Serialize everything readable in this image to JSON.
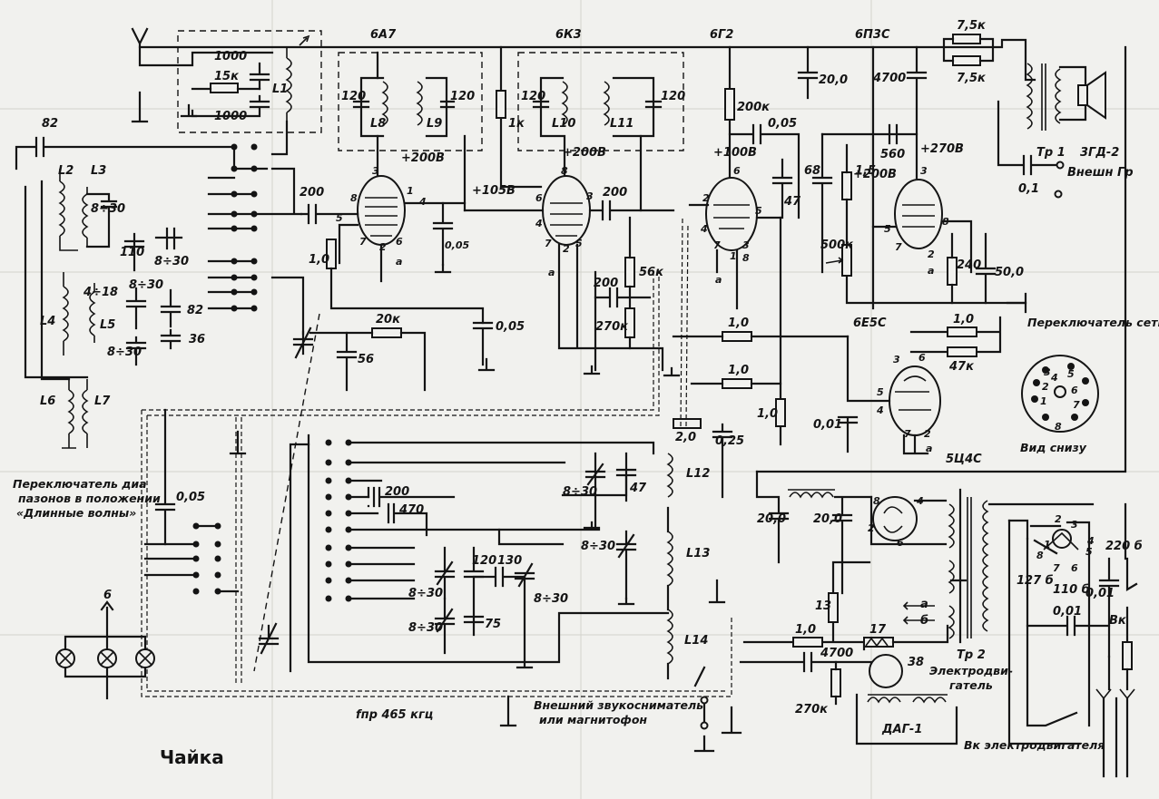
{
  "tubes": {
    "converter": "6А7",
    "if_amp": "6К3",
    "detector": "6Г2",
    "output": "6П3С",
    "tuning_eye": "6Е5С",
    "rectifier": "5Ц4С"
  },
  "coils": [
    "L1",
    "L2",
    "L3",
    "L4",
    "L5",
    "L6",
    "L7",
    "L8",
    "L9",
    "L10",
    "L11",
    "L12",
    "L13",
    "L14"
  ],
  "resistors": [
    "15к",
    "200к",
    "1,0",
    "20к",
    "1к",
    "56к",
    "270к",
    "2,0",
    "1,5",
    "500к",
    "240",
    "7,5к",
    "7,5к",
    "47к",
    "1,0",
    "1,0",
    "1,0",
    "1,0",
    "13",
    "17",
    "1,0",
    "270к"
  ],
  "capacitors": [
    "1000",
    "1000",
    "82",
    "8÷30",
    "110",
    "8÷30",
    "4÷18",
    "8÷30",
    "82",
    "8÷30",
    "36",
    "200",
    "120",
    "120",
    "120",
    "120",
    "0,05",
    "56",
    "0,05",
    "200",
    "200",
    "0,05",
    "47",
    "20,0",
    "4700",
    "560",
    "68",
    "50,0",
    "0,1",
    "0,01",
    "0,25",
    "8÷30",
    "47",
    "200",
    "470",
    "8÷30",
    "120",
    "130",
    "8÷30",
    "8÷30",
    "75",
    "0,05",
    "20,0",
    "20,0",
    "4700",
    "0,01",
    "0,01"
  ],
  "voltages": [
    "+200В",
    "+200В",
    "+105В",
    "+100В",
    "+200В",
    "+270В"
  ],
  "pin_labels": {
    "converter": [
      "3",
      "8",
      "1",
      "4",
      "5",
      "7",
      "2",
      "6",
      "а"
    ],
    "if_amp": [
      "8",
      "6",
      "3",
      "4",
      "7",
      "2",
      "5",
      "а"
    ],
    "detector": [
      "6",
      "2",
      "5",
      "4",
      "7",
      "1",
      "3",
      "8",
      "а"
    ],
    "output": [
      "3",
      "5",
      "8",
      "7",
      "2",
      "а"
    ],
    "tuning_eye": [
      "3",
      "6",
      "5",
      "4",
      "7",
      "2",
      "а"
    ],
    "rectifier": [
      "8",
      "2",
      "4",
      "6"
    ]
  },
  "labels": {
    "output_transformer": "Тр 1",
    "speaker": "3ГД-2",
    "ext_speaker": "Внешн Гр",
    "mains_transformer": "Тр 2",
    "motor": "Электродвигатель",
    "motor_model": "ДАГ-1",
    "motor_cap": "38",
    "switch_title": "Переключатель сети",
    "switch_bottom": "Вид снизу",
    "band_switch": "Переключатель диапазонов в положении «Длинные волны»",
    "pickup": "Внешний звукосниматель или магнитофон",
    "if_freq": "fпр  465 кгц",
    "brand": "Чайка",
    "lamp_voltage": "6",
    "mains_220": "220 б",
    "mains_127": "127 б",
    "mains_110": "110 б",
    "power_switch": "Вк",
    "motor_switch": "Вк электродвигателя",
    "heater_a": "а",
    "heater_b": "б"
  },
  "mains_switch_pins": [
    "1",
    "2",
    "3",
    "4",
    "5",
    "6",
    "7",
    "8"
  ],
  "colors": {
    "ink": "#141414",
    "paper": "#f1f1ee"
  }
}
